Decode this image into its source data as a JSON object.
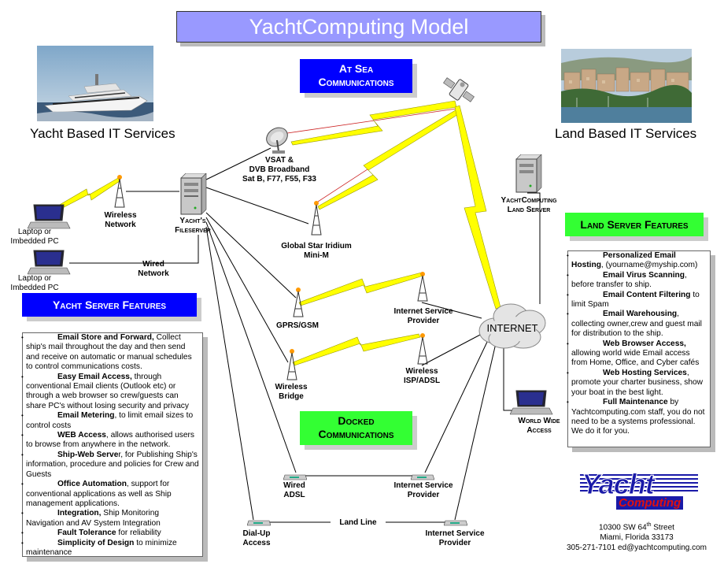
{
  "title": "YachtComputing Model",
  "left_heading": "Yacht Based IT Services",
  "right_heading": "Land Based IT Services",
  "at_sea": {
    "line1": "At Sea",
    "line2": "Communications"
  },
  "docked": {
    "line1": "Docked",
    "line2": "Communications"
  },
  "nodes": {
    "vsat": [
      "VSAT &",
      "DVB Broadband",
      "Sat B, F77, F55, F33"
    ],
    "wireless_network": [
      "Wireless",
      "Network"
    ],
    "fileserver": [
      "Yacht's",
      "Fileserver"
    ],
    "laptop1": [
      "Laptop or",
      "Imbedded PC"
    ],
    "laptop2": [
      "Laptop or",
      "Imbedded PC"
    ],
    "wired_network": [
      "Wired",
      "Network"
    ],
    "global_star": [
      "Global Star Iridium",
      "Mini-M"
    ],
    "gprs": "GPRS/GSM",
    "isp1": [
      "Internet Service",
      "Provider"
    ],
    "wireless_bridge": [
      "Wireless",
      "Bridge"
    ],
    "wireless_isp": [
      "Wireless",
      "ISP/ADSL"
    ],
    "internet": "INTERNET",
    "land_server": [
      "YachtComputing",
      "Land Server"
    ],
    "www_access": [
      "World Wide",
      "Access"
    ],
    "wired_adsl": [
      "Wired",
      "ADSL"
    ],
    "isp2": [
      "Internet Service",
      "Provider"
    ],
    "dialup": [
      "Dial-Up",
      "Access"
    ],
    "land_line": "Land Line",
    "isp3": [
      "Internet Service",
      "Provider"
    ]
  },
  "yacht_features": {
    "heading": "Yacht Server Features",
    "items": [
      {
        "bold": "Email  Store and Forward,",
        "text": "  Collect ship's mail throughout the day and then send and receive on automatic or manual schedules to control communications costs."
      },
      {
        "bold": "Easy Email Access,",
        "text": " through conventional  Email clients (Outlook etc)  or through a web browser so crew/guests can share PC's without losing security and privacy"
      },
      {
        "bold": "Email Metering",
        "text": ", to limit email sizes to control costs"
      },
      {
        "bold": "WEB Access",
        "text": ",  allows authorised users to browse from anywhere in the network."
      },
      {
        "bold": "Ship-Web Serve",
        "text": "r, for Publishing Ship's information, procedure and policies for Crew and Guests"
      },
      {
        "bold": "Office Automation",
        "text": ", support  for conventional applications as well as Ship management applications."
      },
      {
        "bold": "Integration,",
        "text": " Ship Monitoring Navigation and AV System Integration"
      },
      {
        "bold": "Fault Tolerance",
        "text": " for reliability"
      },
      {
        "bold": "Simplicity of Design",
        "text": " to minimize maintenance"
      }
    ]
  },
  "land_features": {
    "heading": "Land Server Features",
    "items": [
      {
        "bold": "Personalized Email Hosting",
        "text": ", (yourname@myship.com)"
      },
      {
        "bold": "Email Virus Scanning",
        "text": ", before transfer to ship."
      },
      {
        "bold": "Email Content Filtering",
        "text": " to limit Spam"
      },
      {
        "bold": "Email Warehousing",
        "text": ", collecting owner,crew and guest mail for distribution to the ship."
      },
      {
        "bold": "Web Browser Access,",
        "text": " allowing world wide Email access from Home, Office, and Cyber cafés"
      },
      {
        "bold": "Web Hosting Services",
        "text": ", promote your charter business, show your boat in the best light."
      },
      {
        "bold": "Full Maintenance",
        "text": "  by Yachtcomputing.com staff, you do not need to be a systems professional. We do it for you."
      }
    ]
  },
  "logo": {
    "line1": "Yacht",
    "line2": "Computing"
  },
  "address": {
    "line1_pre": "10300 SW 64",
    "line1_sup": "th",
    "line1_post": " Street",
    "line2": "Miami, Florida 33173",
    "line3": "305-271-7101 ed@yachtcomputing.com"
  },
  "colors": {
    "title_bg": "#9999ff",
    "blue_banner": "#0000ff",
    "green_banner": "#33ff33",
    "lightning": "#ffff00",
    "logo_blue": "#1a1aa8",
    "logo_red": "#e01010"
  }
}
